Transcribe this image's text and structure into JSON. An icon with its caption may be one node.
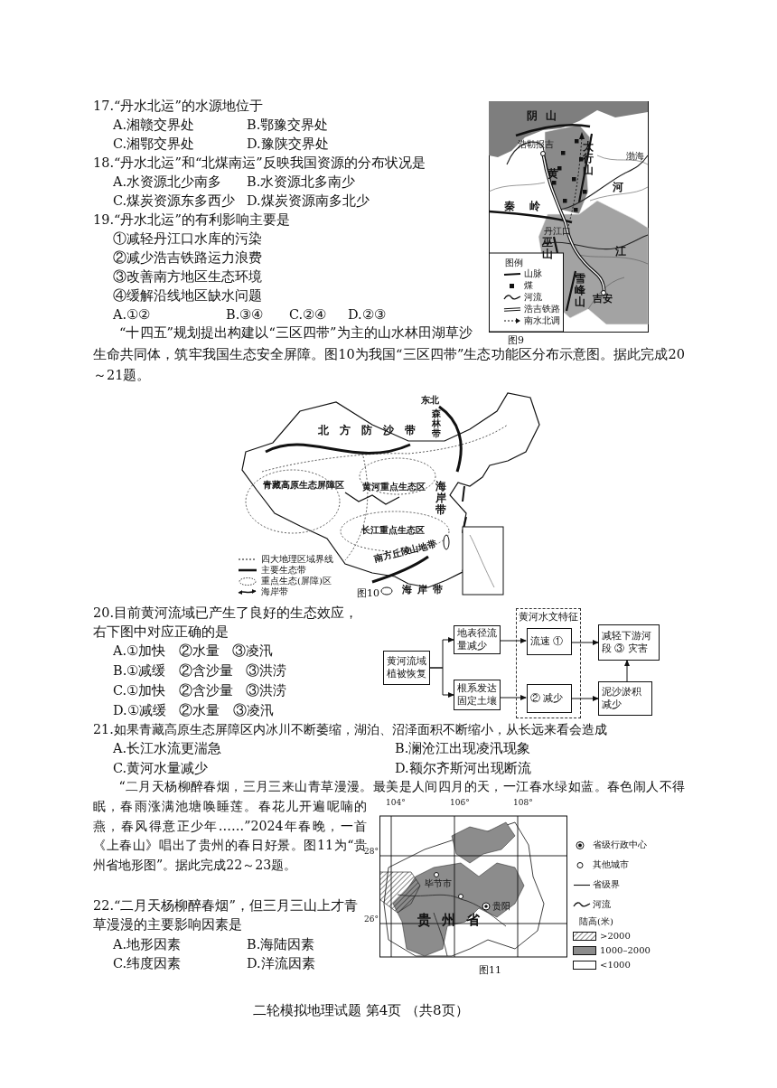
{
  "diagram": {
    "nodes": [
      {
        "text": [
          "黄河流域植被恢复"
        ]
      },
      {
        "text": [
          "地表径流量减少"
        ]
      },
      {
        "text": [
          "根系发达固定土壤"
        ]
      },
      {
        "text": [
          "黄河水文特征"
        ]
      },
      {
        "text": [
          "流速 ①"
        ],
        "in": 3
      },
      {
        "text": [
          "② 减少"
        ],
        "in": 3
      },
      {
        "text": [
          "减轻下游河段 ③ 灾害"
        ]
      },
      {
        "text": [
          "泥沙淤积减少"
        ]
      }
    ],
    "edges": [
      {
        "from": 0,
        "to": 1,
        "arrow": "to"
      },
      {
        "from": 0,
        "to": 2,
        "arrow": "to"
      },
      {
        "from": 1,
        "to": 4,
        "arrow": "to"
      },
      {
        "from": 2,
        "to": 5,
        "arrow": "to"
      },
      {
        "from": 4,
        "to": 6,
        "arrow": "to"
      },
      {
        "from": 5,
        "to": 7,
        "arrow": "to"
      },
      {
        "from": 7,
        "to": 6,
        "arrow": "to"
      }
    ],
    "labels": [
      "17.“丹水北运”的水源地位于",
      "A.湘赣交界处",
      "B.鄂豫交界处",
      "C.湘鄂交界处",
      "D.豫陕交界处",
      "18.“丹水北运”和“北煤南运”反映我国资源的分布状况是",
      "A.水资源北少南多",
      "B.水资源北多南少",
      "C.煤炭资源东多西少",
      "D.煤炭资源南多北少",
      "19.“丹水北运”的有利影响主要是",
      "①减轻丹江口水库的污染",
      "②减少浩吉铁路运力浪费",
      "③改善南方地区生态环境",
      "④缓解沿线地区缺水问题",
      "A.①②",
      "B.③④",
      "C.②④",
      "D.②③",
      "“十四五”规划提出构建以“三区四带”为主的山水林田湖草沙生命共同体，筑牢我国生态安全屏障。图10为我国“三区四带”生态功能区分布示意图。据此完成20～21题。",
      "阴山",
      "浩勒报吉",
      "太行山",
      "渤海",
      "黄",
      "河",
      "秦岭",
      "丹江口",
      "巫山",
      "江",
      "雪峰山",
      "吉安",
      "图例",
      "图9",
      "东北",
      "森林带",
      "北方防沙带",
      "青藏高原生态屏障区",
      "黄河重点生态区",
      "海岸带",
      "长江重点生态区",
      "南方丘陵山地带",
      "图10",
      "海岸带",
      "20.目前黄河流域已产生了良好的生态效应，右下图中对应正确的是",
      "A.①加快 ②水量 ③凌汛",
      "B.①减缓 ②含沙量 ③洪涝",
      "C.①加快 ②含沙量 ③洪涝",
      "D.①减缓 ②水量 ③凌汛",
      "21.如果青藏高原生态屏障区内冰川不断萎缩，湖泊、沼泽面积不断缩小，从长远来看会造成",
      "A.长江水流更湍急",
      "B.澜沧江出现凌汛现象",
      "C.黄河水量减少",
      "D.额尔齐斯河出现断流",
      "“二月天杨柳醉春烟，三月三来山青草漫漫。最美是人间四月的天，一江春水绿如蓝。春色闹人不得眠，春雨涨满池塘唤睡莲。春花儿开遍呢喃的燕，春风得意正少年……”2024年春晚，一首《上春山》唱出了贵州的春日好景。图11为“贵州省地形图”。据此完成22～23题。",
      "104°",
      "106°",
      "108°",
      "28°",
      "26°",
      "毕节市",
      "贵阳",
      "贵州省",
      "陆高(米)",
      "图11",
      "22.“二月天杨柳醉春烟”，但三月三山上才青草漫漫的主要影响因素是",
      "A.地形因素",
      "B.海陆因素",
      "C.纬度因素",
      "D.洋流因素",
      "二轮模拟地理试题 第4页 （共8页）"
    ],
    "legend": [
      {
        "text": "山脉"
      },
      {
        "text": "煤"
      },
      {
        "text": "河流"
      },
      {
        "text": "浩吉铁路"
      },
      {
        "text": "南水北调"
      },
      {
        "text": "四大地理区域界线"
      },
      {
        "text": "主要生态带"
      },
      {
        "text": "重点生态(屏障)区"
      },
      {
        "text": "海岸带"
      },
      {
        "text": "省级行政中心"
      },
      {
        "text": "其他城市"
      },
      {
        "text": "省级界"
      },
      {
        "text": "河流"
      },
      {
        "text": ">2000"
      },
      {
        "text": "1000–2000",
        "color": "#8c8c8c"
      },
      {
        "text": "<1000",
        "color": "#ffffff"
      }
    ]
  }
}
